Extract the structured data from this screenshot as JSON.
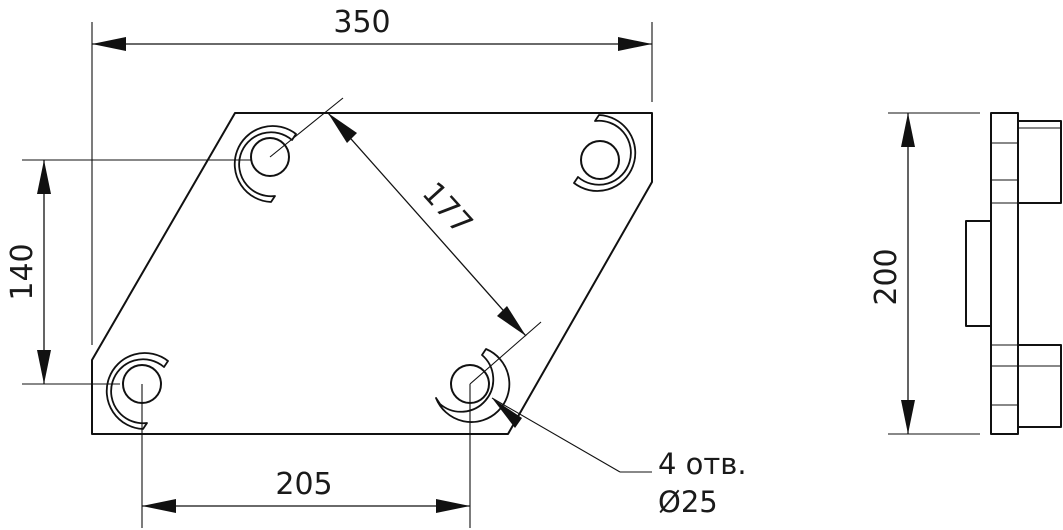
{
  "dimensions": {
    "width_overall": "350",
    "height_holes": "140",
    "diagonal": "177",
    "bottom_spacing": "205",
    "side_height": "200"
  },
  "note": {
    "holes": "4 отв.",
    "diameter": "Ø25"
  }
}
